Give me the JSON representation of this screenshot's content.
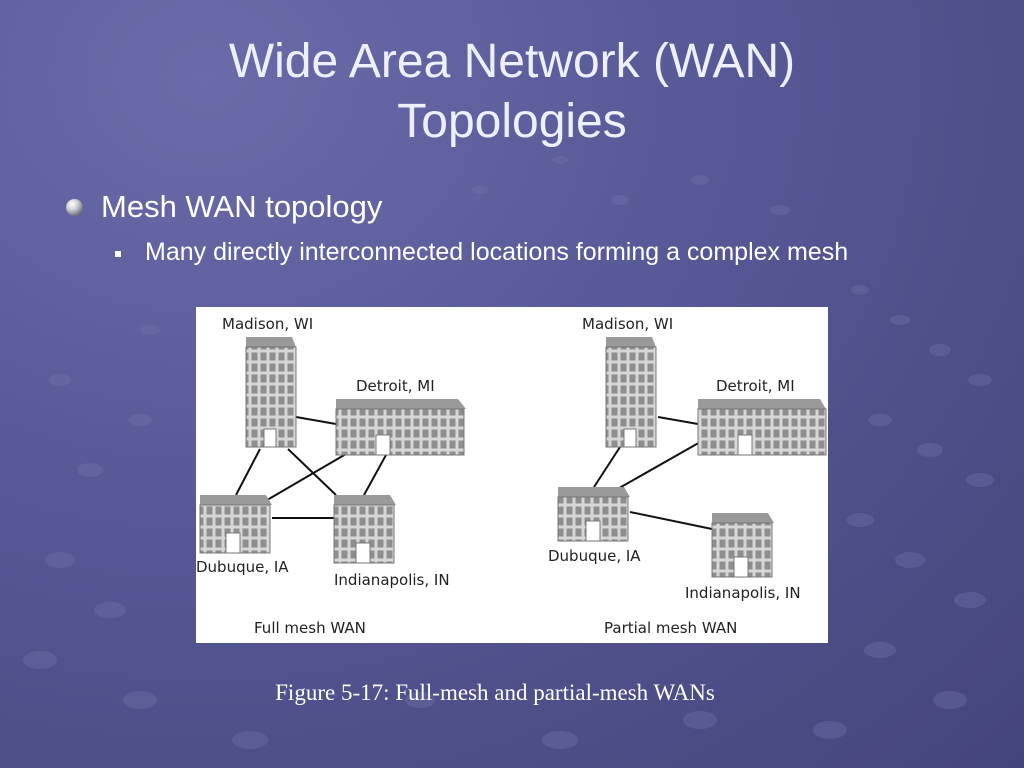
{
  "slide": {
    "title_line1": "Wide Area Network (WAN)",
    "title_line2": "Topologies",
    "bullet": "Mesh WAN topology",
    "sub_bullet": "Many directly interconnected locations forming a complex mesh",
    "caption": "Figure 5-17: Full-mesh and partial-mesh WANs"
  },
  "figure": {
    "full_mesh": {
      "caption": "Full mesh WAN",
      "sites": [
        "Madison, WI",
        "Detroit, MI",
        "Dubuque, IA",
        "Indianapolis, IN"
      ]
    },
    "partial_mesh": {
      "caption": "Partial mesh WAN",
      "sites": [
        "Madison, WI",
        "Detroit, MI",
        "Dubuque, IA",
        "Indianapolis, IN"
      ]
    }
  },
  "colors": {
    "background": "#575896",
    "text": "#ffffff",
    "figure_bg": "#ffffff"
  }
}
